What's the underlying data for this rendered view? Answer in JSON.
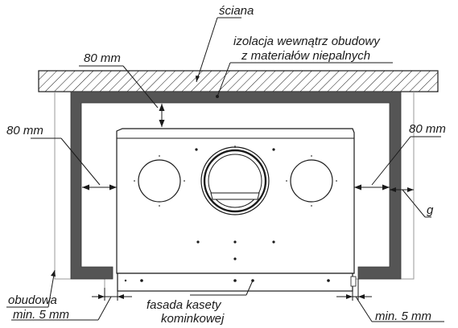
{
  "labels": {
    "wall": "ściana",
    "insulation_line1": "izolacja wewnątrz obudowy",
    "insulation_line2": "z materiałów niepalnych",
    "gap_top": "80 mm",
    "gap_left": "80 mm",
    "gap_right": "80 mm",
    "g": "g",
    "housing": "obudowa",
    "min_left": "min. 5 mm",
    "facade_line1": "fasada kasety",
    "facade_line2": "kominkowej",
    "min_right": "min. 5 mm"
  },
  "colors": {
    "insulation": "#555555",
    "lines": "#1a1a1a",
    "housing_outline": "#9a9a9a",
    "background": "#ffffff"
  }
}
